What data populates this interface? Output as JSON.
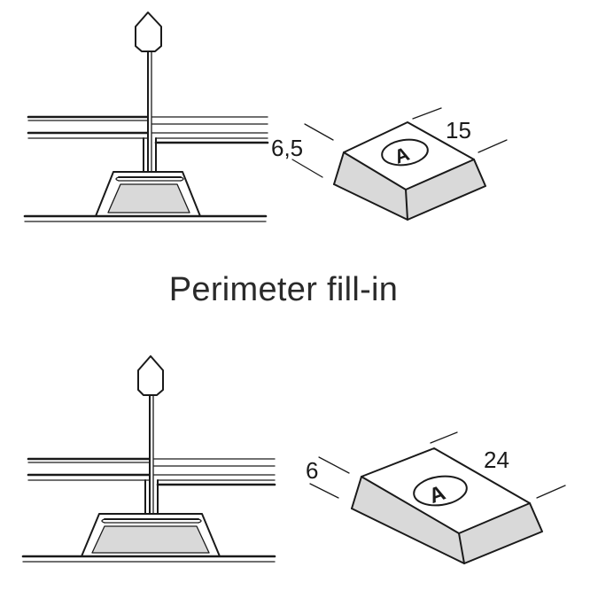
{
  "caption": "Perimeter fill-in",
  "top_clip": {
    "dim_height": "6,5",
    "dim_length": "15",
    "logo_glyph": "A"
  },
  "bottom_clip": {
    "dim_height": "6",
    "dim_length": "24",
    "logo_glyph": "A"
  },
  "colors": {
    "line": "#1a1a1a",
    "fill_grey": "#d9d9d9",
    "background": "#ffffff"
  }
}
